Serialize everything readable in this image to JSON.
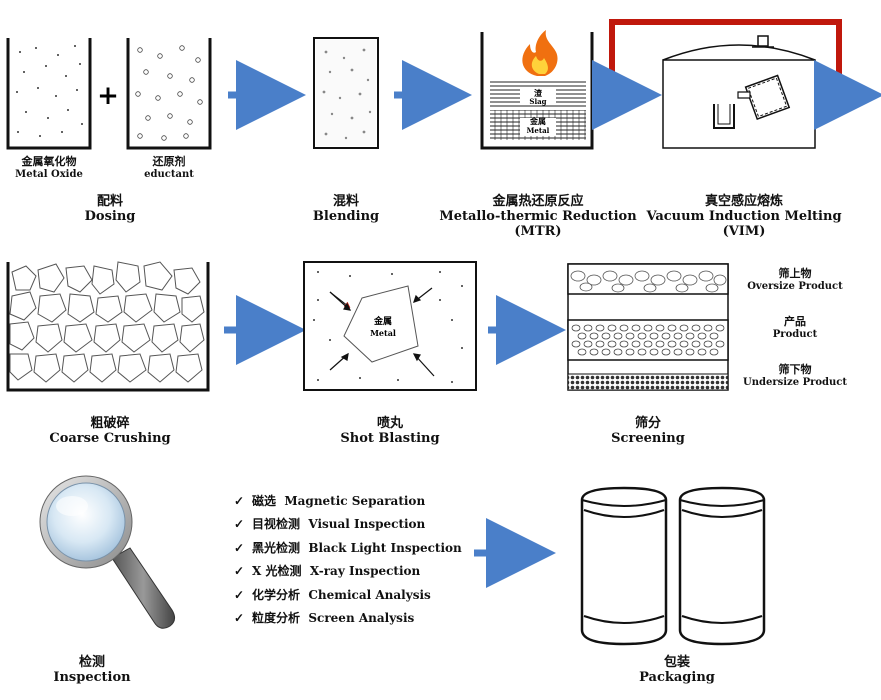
{
  "row1": {
    "metal_oxide": {
      "cn": "金属氧化物",
      "en": "Metal Oxide"
    },
    "reductant": {
      "cn": "还原剂",
      "en": "eductant"
    },
    "plus": "+",
    "dosing": {
      "cn": "配料",
      "en": "Dosing"
    },
    "blending": {
      "cn": "混料",
      "en": "Blending"
    },
    "mtr": {
      "cn": "金属热还原反应",
      "en": "Metallo-thermic Reduction (MTR)"
    },
    "vim": {
      "cn": "真空感应熔炼",
      "en": "Vacuum Induction Melting (VIM)"
    },
    "slag": {
      "cn": "渣",
      "en": "Slag"
    },
    "metal": {
      "cn": "金属",
      "en": "Metal"
    }
  },
  "row2": {
    "crushing": {
      "cn": "粗破碎",
      "en": "Coarse Crushing"
    },
    "shot_blasting": {
      "cn": "喷丸",
      "en": "Shot Blasting"
    },
    "shot_metal": {
      "cn": "金属",
      "en": "Metal"
    },
    "screening": {
      "cn": "筛分",
      "en": "Screening"
    },
    "oversize": {
      "cn": "筛上物",
      "en": "Oversize Product"
    },
    "product": {
      "cn": "产品",
      "en": "Product"
    },
    "undersize": {
      "cn": "筛下物",
      "en": "Undersize Product"
    }
  },
  "row3": {
    "inspection": {
      "cn": "检测",
      "en": "Inspection"
    },
    "packaging": {
      "cn": "包装",
      "en": "Packaging"
    },
    "checks": [
      {
        "cn": "磁选",
        "en": "Magnetic Separation"
      },
      {
        "cn": "目视检测",
        "en": "Visual Inspection"
      },
      {
        "cn": "黑光检测",
        "en": "Black Light Inspection"
      },
      {
        "cn": "X 光检测",
        "en": "X-ray Inspection"
      },
      {
        "cn": "化学分析",
        "en": "Chemical Analysis"
      },
      {
        "cn": "粒度分析",
        "en": "Screen Analysis"
      }
    ]
  },
  "colors": {
    "arrow": "#4a7fc9",
    "return_line": "#c0180c",
    "flame": "#f07010"
  },
  "icons": [
    "check-icon",
    "magnifier-icon",
    "flame-icon",
    "drum-icon"
  ]
}
